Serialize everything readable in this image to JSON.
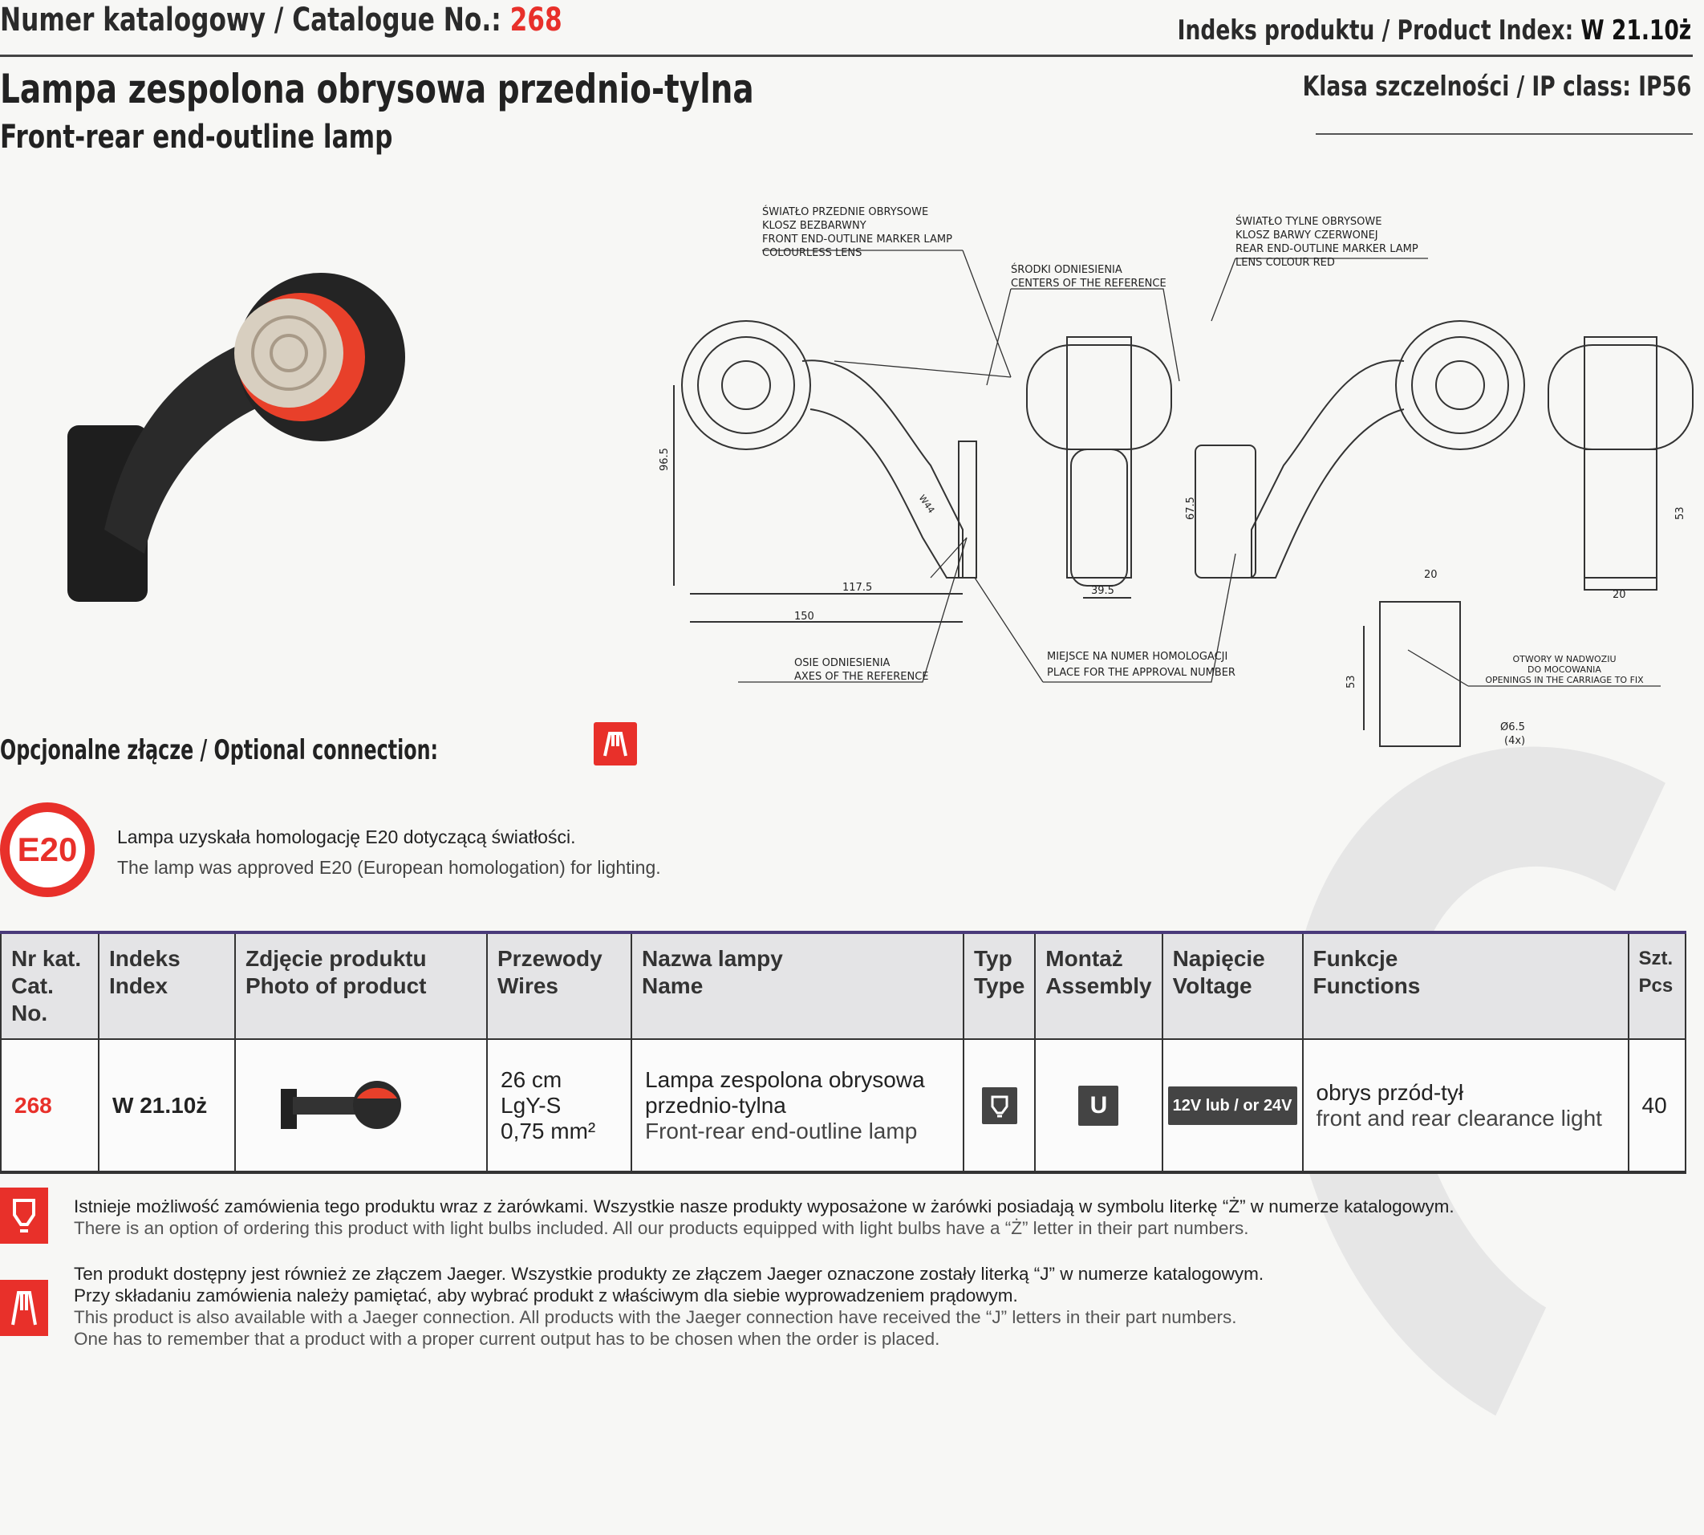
{
  "header": {
    "catalogue_label": "Numer katalogowy / Catalogue No.:",
    "catalogue_no": "268",
    "index_label": "Indeks produktu / Product Index:",
    "index_value": "W 21.10ż"
  },
  "title_pl": "Lampa zespolona obrysowa przednio-tylna",
  "title_en": "Front-rear end-outline lamp",
  "ip_class": "Klasa szczelności / IP class: IP56",
  "drawing": {
    "front_lamp": [
      "ŚWIATŁO PRZEDNIE OBRYSOWE",
      "KLOSZ BEZBARWNY",
      "FRONT END-OUTLINE MARKER LAMP",
      "COLOURLESS LENS"
    ],
    "centers": [
      "ŚRODKI ODNIESIENIA",
      "CENTERS OF THE REFERENCE"
    ],
    "rear_lamp": [
      "ŚWIATŁO TYLNE OBRYSOWE",
      "KLOSZ BARWY CZERWONEJ",
      "REAR END-OUTLINE MARKER LAMP",
      "LENS COLOUR RED"
    ],
    "axes": [
      "OSIE ODNIESIENIA",
      "AXES OF THE REFERENCE"
    ],
    "approval": [
      "MIEJSCE NA NUMER HOMOLOGACJI",
      "PLACE FOR THE APPROVAL NUMBER"
    ],
    "openings": [
      "OTWORY W NADWOZIU",
      "DO MOCOWANIA",
      "OPENINGS IN THE CARRIAGE TO FIX"
    ],
    "dims": {
      "d965": "96.5",
      "d1175": "117.5",
      "d150": "150",
      "d675": "67.5",
      "d395": "39.5",
      "d53a": "53",
      "d20a": "20",
      "d20b": "20",
      "d53b": "53",
      "hole": "Ø6.5",
      "hole_count": "(4x)"
    },
    "stamp": "W44"
  },
  "optional_connection": "Opcjonalne złącze / Optional connection:",
  "e20": {
    "badge": "E20",
    "pl": "Lampa uzyskała homologację E20 dotyczącą światłości.",
    "en": "The lamp was approved E20 (European homologation) for lighting."
  },
  "table": {
    "headers": [
      [
        "Nr kat.",
        "Cat. No."
      ],
      [
        "Indeks",
        "Index"
      ],
      [
        "Zdjęcie produktu",
        "Photo of product"
      ],
      [
        "Przewody",
        "Wires"
      ],
      [
        "Nazwa lampy",
        "Name"
      ],
      [
        "Typ",
        "Type"
      ],
      [
        "Montaż",
        "Assembly"
      ],
      [
        "Napięcie",
        "Voltage"
      ],
      [
        "Funkcje",
        "Functions"
      ],
      [
        "Szt.",
        "Pcs"
      ]
    ],
    "row": {
      "cat_no": "268",
      "index": "W 21.10ż",
      "wires": [
        "26 cm",
        "LgY-S",
        "0,75 mm²"
      ],
      "name_pl": "Lampa zespolona obrysowa przednio-tylna",
      "name_en": "Front-rear end-outline lamp",
      "assembly": "U",
      "voltage": "12V lub / or 24V",
      "functions_pl": "obrys przód-tył",
      "functions_en": "front and rear clearance light",
      "pcs": "40"
    }
  },
  "notes": {
    "bulb_pl": "Istnieje możliwość zamówienia tego produktu wraz z żarówkami. Wszystkie nasze produkty wyposażone w żarówki posiadają w symbolu literkę “Ż” w numerze katalogowym.",
    "bulb_en": "There is an option of ordering this product with light bulbs included. All our products equipped with light bulbs have a “Ż” letter in their part numbers.",
    "jaeger_pl1": "Ten produkt dostępny jest również ze złączem Jaeger. Wszystkie produkty ze złączem Jaeger oznaczone zostały literką “J” w numerze katalogowym.",
    "jaeger_pl2": "Przy składaniu zamówienia należy pamiętać, aby wybrać produkt z właściwym dla siebie wyprowadzeniem prądowym.",
    "jaeger_en1": "This product is also available with a Jaeger connection. All products with the Jaeger connection have received the “J” letters in their part numbers.",
    "jaeger_en2": "One has to remember that a product with a proper current output has to be chosen when the order is placed."
  },
  "colors": {
    "accent": "#e8302a",
    "table_border": "#4a3a7a"
  }
}
